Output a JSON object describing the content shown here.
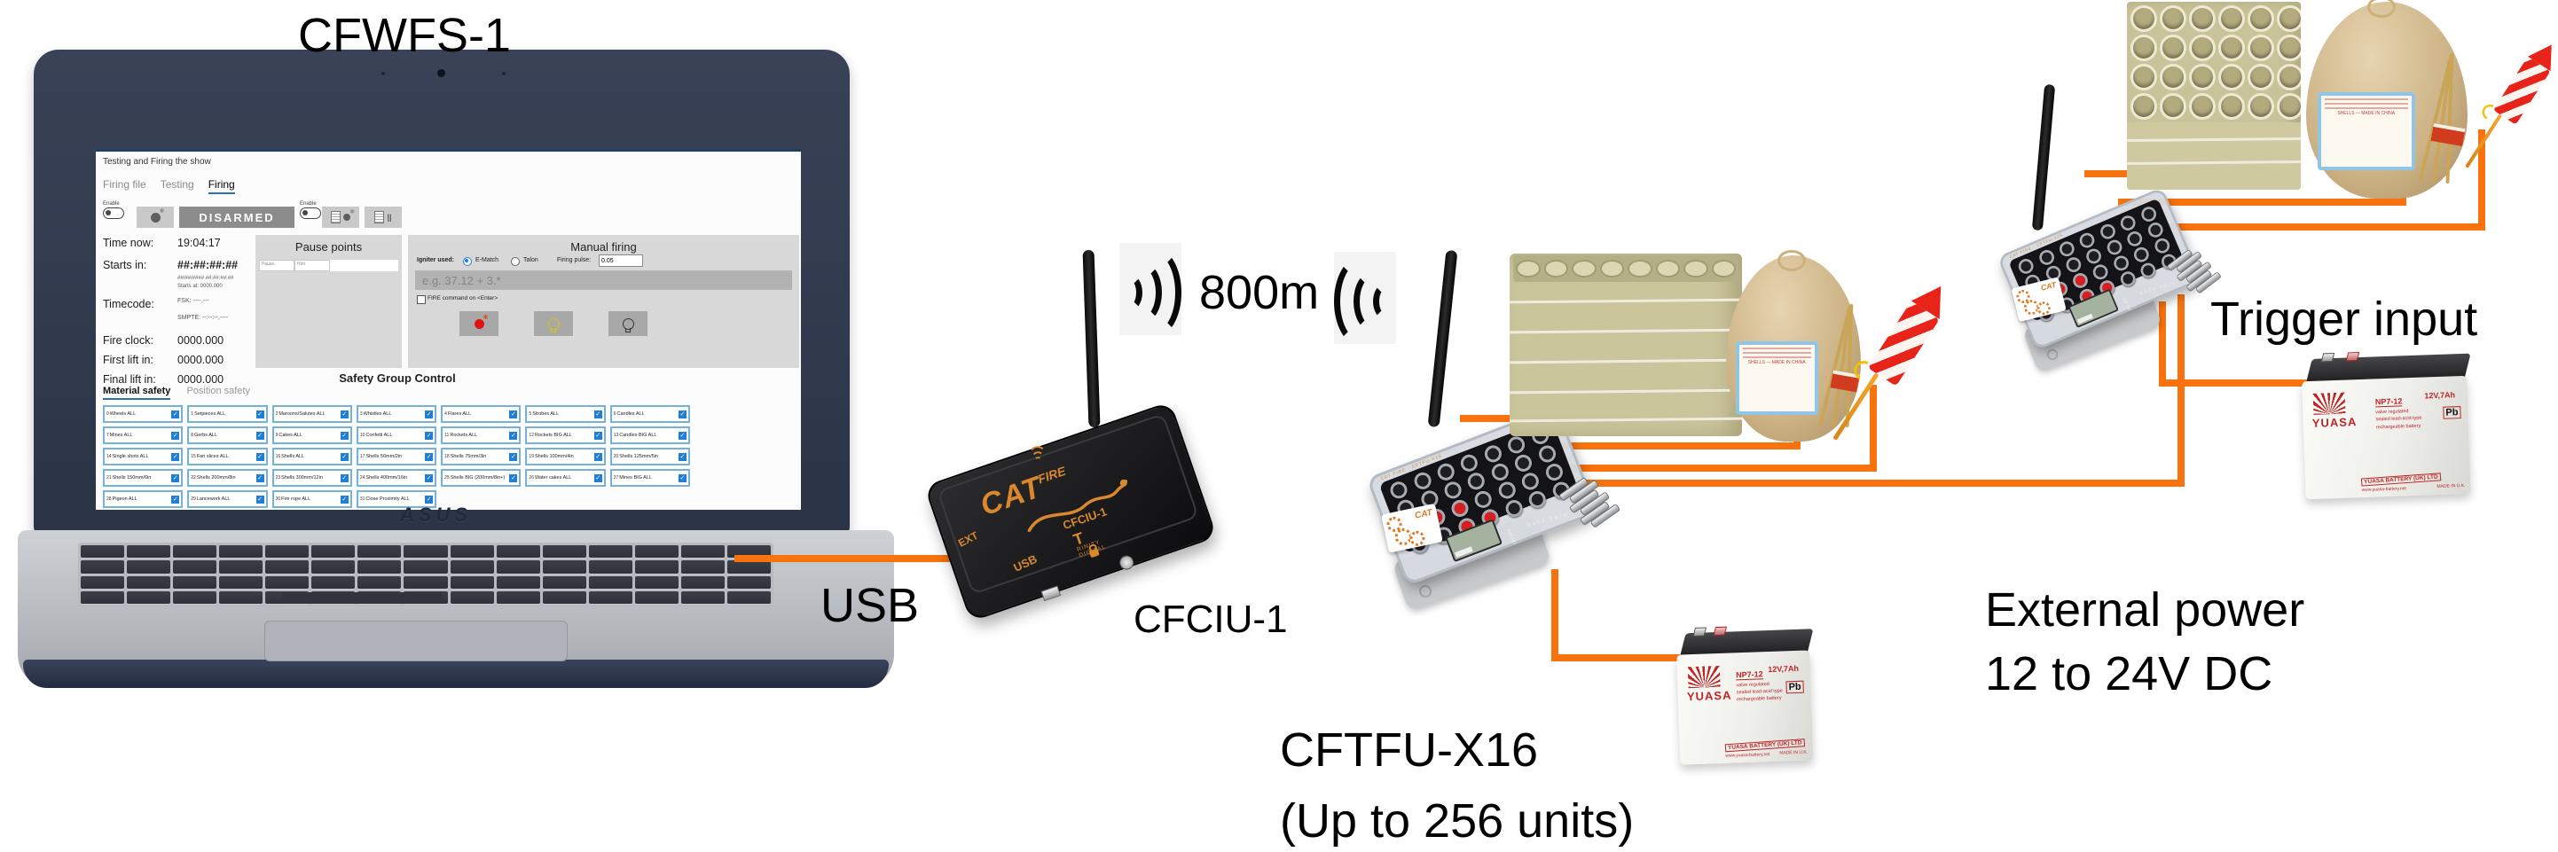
{
  "labels": {
    "cfwfs": "CFWFS-1",
    "usb_wire": "USB",
    "cfciu": "CFCIU-1",
    "range": "800m",
    "trigger": "Trigger input",
    "cftfu_line1": "CFTFU-X16",
    "cftfu_line2": "(Up to 256 units)",
    "power_line1": "External power",
    "power_line2": "12 to 24V DC"
  },
  "laptop": {
    "brand": "ASUS",
    "ui": {
      "window_title": "Testing and Firing the show",
      "tabs": [
        {
          "label": "Firing file",
          "active": false
        },
        {
          "label": "Testing",
          "active": false
        },
        {
          "label": "Firing",
          "active": true
        }
      ],
      "toolbar": {
        "enable_label": "Enable",
        "disarmed": "DISARMED",
        "enable2_label": "Enable",
        "pause_glyph": "||"
      },
      "info": {
        "time_now_label": "Time now:",
        "time_now": "19:04:17",
        "starts_in_label": "Starts in:",
        "starts_in": "##:##:##:##",
        "starts_date": "##/##/#### ##:##:##:##",
        "starts_at": "Starts at:  0000.000",
        "timecode_label": "Timecode:",
        "fsk": "FSK:  ----,---",
        "smpte": "SMPTE:  --:--:--,----",
        "fire_clock_label": "Fire clock:",
        "fire_clock": "0000.000",
        "first_lift_label": "First lift in:",
        "first_lift": "0000.000",
        "final_lift_label": "Final lift in:",
        "final_lift": "0000.000"
      },
      "pause_points": {
        "title": "Pause points",
        "columns": [
          "Pause",
          "Hint"
        ]
      },
      "manual_firing": {
        "title": "Manual firing",
        "igniter_label": "Igniter used:",
        "opt1": "E-Match",
        "opt2": "Talon",
        "pulse_label": "Firing pulse:",
        "pulse_value": "0.05",
        "cmd_placeholder": "e.g. 37.12 + 3.*",
        "fire_cmd": "FIRE command on <Enter>"
      },
      "safety_title": "Safety Group Control",
      "safety_tabs": [
        {
          "label": "Material safety",
          "active": true
        },
        {
          "label": "Position safety",
          "active": false
        }
      ],
      "safety_grid": [
        [
          {
            "n": "0",
            "label": "Wheels ALL"
          },
          {
            "n": "1",
            "label": "Setpieces ALL"
          },
          {
            "n": "2",
            "label": "Maroons/Salutes ALL"
          },
          {
            "n": "3",
            "label": "Whistles ALL"
          },
          {
            "n": "4",
            "label": "Flares ALL"
          },
          {
            "n": "5",
            "label": "Strobes ALL"
          },
          {
            "n": "6",
            "label": "Candles ALL"
          }
        ],
        [
          {
            "n": "7",
            "label": "Mines ALL"
          },
          {
            "n": "8",
            "label": "Gerbs ALL"
          },
          {
            "n": "9",
            "label": "Cakes ALL"
          },
          {
            "n": "10",
            "label": "Confetti ALL"
          },
          {
            "n": "11",
            "label": "Rockets ALL"
          },
          {
            "n": "12",
            "label": "Rockets BIG ALL"
          },
          {
            "n": "13",
            "label": "Candles BIG ALL"
          }
        ],
        [
          {
            "n": "14",
            "label": "Single shots ALL"
          },
          {
            "n": "15",
            "label": "Fan slices ALL"
          },
          {
            "n": "16",
            "label": "Shells ALL"
          },
          {
            "n": "17",
            "label": "Shells 50mm/2in"
          },
          {
            "n": "18",
            "label": "Shells 75mm/3in"
          },
          {
            "n": "19",
            "label": "Shells 100mm/4in"
          },
          {
            "n": "20",
            "label": "Shells 125mm/5in"
          }
        ],
        [
          {
            "n": "21",
            "label": "Shells 150mm/6in"
          },
          {
            "n": "22",
            "label": "Shells 200mm/8in"
          },
          {
            "n": "23",
            "label": "Shells 300mm/12in"
          },
          {
            "n": "24",
            "label": "Shells 400mm/16in"
          },
          {
            "n": "25",
            "label": "Shells BIG (200mm/8in+)"
          },
          {
            "n": "26",
            "label": "Water cakes ALL"
          },
          {
            "n": "27",
            "label": "Mines BIG ALL"
          }
        ],
        [
          {
            "n": "28",
            "label": "Pigeon ALL"
          },
          {
            "n": "29",
            "label": "Lancework ALL"
          },
          {
            "n": "30",
            "label": "Fire rope ALL"
          },
          {
            "n": "31",
            "label": "Close Proximity ALL"
          }
        ]
      ]
    }
  },
  "cfciu": {
    "brand": "CAT",
    "brand_sub": "FIRE",
    "model": "CFCIU-1",
    "maker_initial": "T",
    "maker_top": "RINITY",
    "maker_bottom": "DIGITAL",
    "ext": "EXT",
    "usb": "USB"
  },
  "firing_unit": {
    "edge_brand": "CAT FIRE",
    "edge_model": "CFTFU-X16",
    "sticker": "CAT",
    "on": "ON",
    "off": "OFF",
    "roc": "ROC",
    "batt": "BATT",
    "trig": "TRIG"
  },
  "battery": {
    "brand": "YUASA",
    "model": "NP7-12",
    "capacity": "12V,7Ah",
    "line1": "valve regulated",
    "line2": "sealed lead-acid type",
    "line3": "rechargeable battery",
    "maker": "YUASA BATTERY (UK) LTD",
    "site": "www.yuasa-battery.net",
    "made": "MADE IN U.K.",
    "pb": "Pb"
  },
  "shell": {
    "label_text": "SHELLS — MADE IN CHINA"
  },
  "colors": {
    "wire": "#f8730e",
    "accent_blue": "#1f7fd4",
    "orange_print": "#d9882c"
  }
}
